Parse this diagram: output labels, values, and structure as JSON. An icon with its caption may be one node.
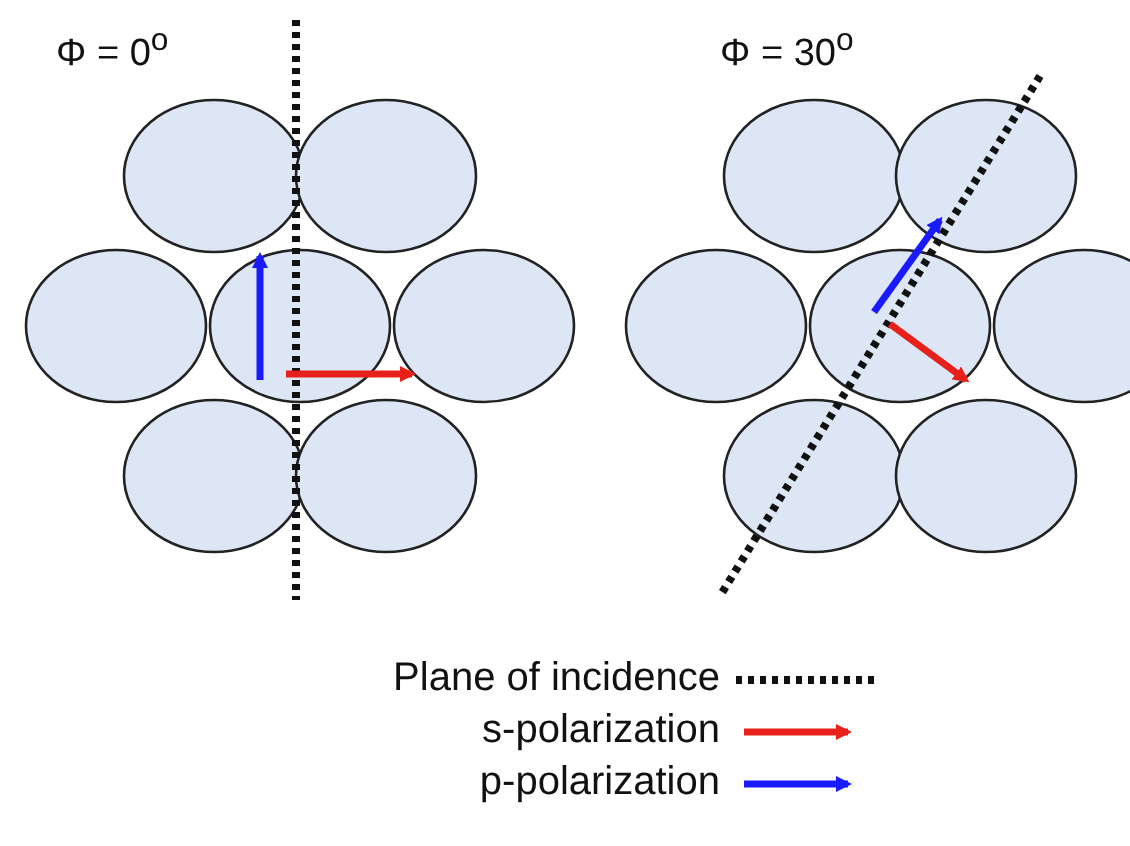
{
  "diagram": {
    "labels": [
      "Φ = 0$^{o}$",
      "Φ = 30$^{o}$"
    ],
    "legend": [
      {
        "text": "Plane of incidence"
      },
      {
        "text": "s-polarization"
      },
      {
        "text": "p-polarization"
      }
    ]
  }
}
